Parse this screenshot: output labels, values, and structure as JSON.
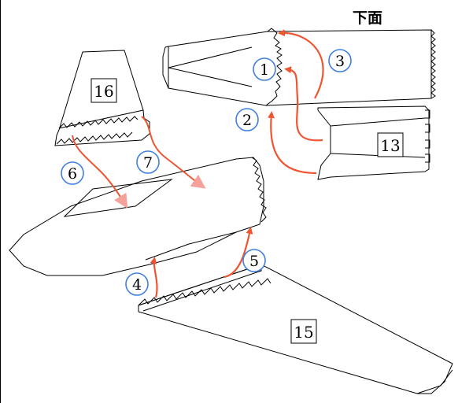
{
  "title": "下面",
  "parts": {
    "p13": "13",
    "p15": "15",
    "p16": "16"
  },
  "steps": {
    "s1": "1",
    "s2": "2",
    "s3": "3",
    "s4": "4",
    "s5": "5",
    "s6": "6",
    "s7": "7"
  },
  "colors": {
    "arrow": "#ee5533",
    "arrow_light": "#f4a29a",
    "step_circle": "#3f7fe0"
  }
}
